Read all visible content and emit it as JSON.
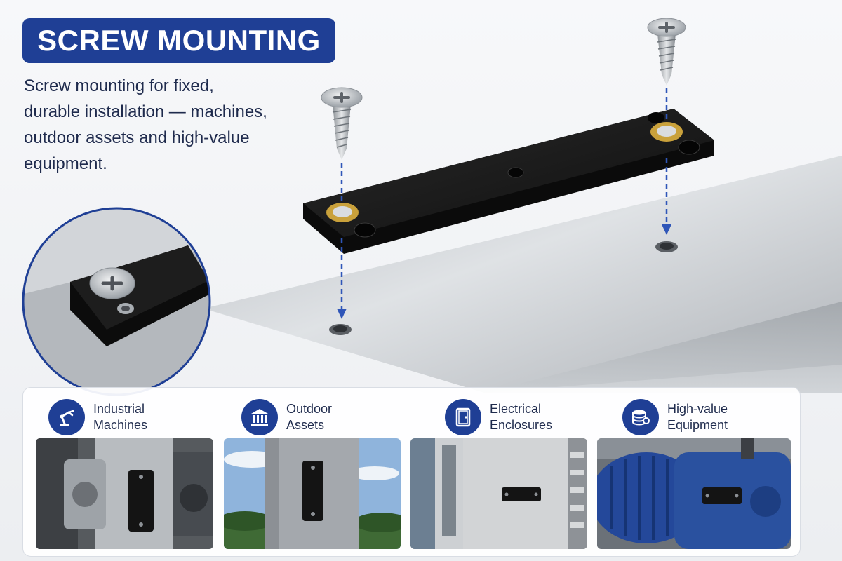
{
  "header": {
    "title": "SCREW MOUNTING",
    "description": [
      "Screw mounting for fixed,",
      "durable installation — machines,",
      "outdoor assets and high-value",
      "equipment."
    ]
  },
  "categories": [
    {
      "line1": "Industrial",
      "line2": "Machines",
      "icon": "robot-arm-icon"
    },
    {
      "line1": "Outdoor",
      "line2": "Assets",
      "icon": "building-columns-icon"
    },
    {
      "line1": "Electrical",
      "line2": "Enclosures",
      "icon": "cabinet-icon"
    },
    {
      "line1": "High-value",
      "line2": "Equipment",
      "icon": "coin-stack-icon"
    }
  ],
  "colors": {
    "accent": "#1f3f95",
    "arrow": "#2f56b8",
    "mount": "#151515",
    "washer": "#c9a13b"
  }
}
